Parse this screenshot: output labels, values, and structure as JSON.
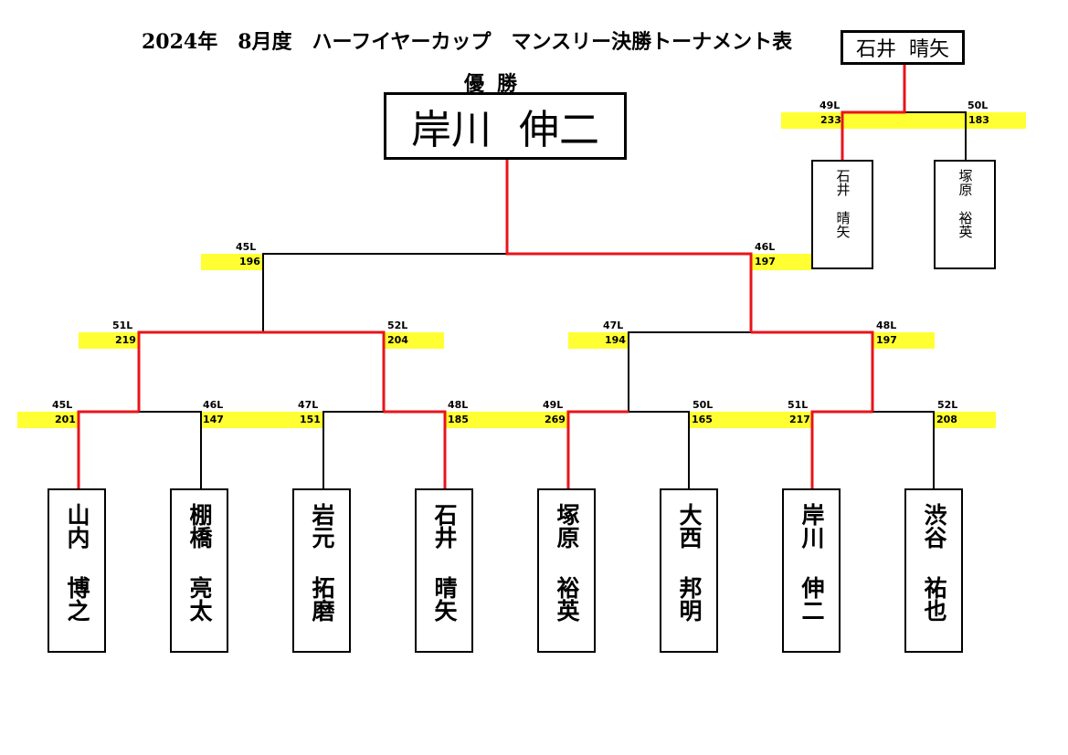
{
  "title": "2024年　8月度　ハーフイヤーカップ　マンスリー決勝トーナメント表",
  "champion": {
    "label": "優勝",
    "surname": "岸川",
    "given": "伸二"
  },
  "third_place": {
    "winner_surname": "石井",
    "winner_given": "晴矢",
    "left": {
      "lane": "49L",
      "score": "233",
      "surname": "石井",
      "given": "晴矢"
    },
    "right": {
      "lane": "50L",
      "score": "183",
      "surname": "塚原",
      "given": "裕英"
    }
  },
  "final": {
    "left": {
      "lane": "45L",
      "score": "196"
    },
    "right": {
      "lane": "46L",
      "score": "197"
    }
  },
  "semifinals": [
    {
      "lane": "51L",
      "score": "219"
    },
    {
      "lane": "52L",
      "score": "204"
    },
    {
      "lane": "47L",
      "score": "194"
    },
    {
      "lane": "48L",
      "score": "197"
    }
  ],
  "first_round": [
    {
      "lane": "45L",
      "score": "201",
      "surname": "山内",
      "given": "博之"
    },
    {
      "lane": "46L",
      "score": "147",
      "surname": "棚橋",
      "given": "亮太"
    },
    {
      "lane": "47L",
      "score": "151",
      "surname": "岩元",
      "given": "拓磨"
    },
    {
      "lane": "48L",
      "score": "185",
      "surname": "石井",
      "given": "晴矢"
    },
    {
      "lane": "49L",
      "score": "269",
      "surname": "塚原",
      "given": "裕英"
    },
    {
      "lane": "50L",
      "score": "165",
      "surname": "大西",
      "given": "邦明"
    },
    {
      "lane": "51L",
      "score": "217",
      "surname": "岸川",
      "given": "伸二"
    },
    {
      "lane": "52L",
      "score": "208",
      "surname": "渋谷",
      "given": "祐也"
    }
  ],
  "colors": {
    "winner_line": "#e8141b",
    "loser_line": "#000000",
    "score_band": "#ffff33"
  }
}
